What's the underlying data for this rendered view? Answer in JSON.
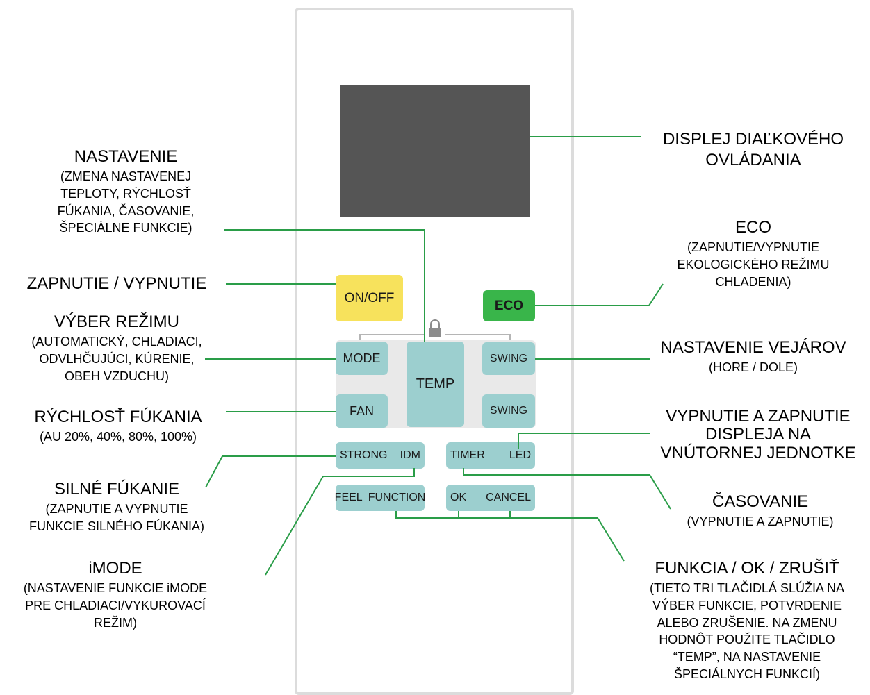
{
  "colors": {
    "leader_line": "#2a9d48",
    "on_off_button": "#f7e25c",
    "eco_button": "#39b54a",
    "remote_button": "#9ccfcf",
    "remote_border": "#dcdcdc",
    "screen": "#555555"
  },
  "icons": [
    "lock-icon"
  ],
  "remote": {
    "on_off": "ON/OFF",
    "eco": "ECO",
    "mode": "MODE",
    "temp": "TEMP",
    "swing_top": "SWING",
    "fan": "FAN",
    "swing_bottom": "SWING",
    "strong": "STRONG",
    "idm": "IDM",
    "timer": "TIMER",
    "led": "LED",
    "feel": "FEEL",
    "function": "FUNCTION",
    "ok": "OK",
    "cancel": "CANCEL"
  },
  "labels": {
    "nastavenie": {
      "title": "NASTAVENIE",
      "sub": [
        "(ZMENA NASTAVENEJ",
        "TEPLOTY, RÝCHLOSŤ",
        "FÚKANIA, ČASOVANIE,",
        "ŠPECIÁLNE FUNKCIE)"
      ]
    },
    "zapnutie": {
      "title": "ZAPNUTIE / VYPNUTIE"
    },
    "vyber_rezimu": {
      "title": "VÝBER REŽIMU",
      "sub": [
        "(AUTOMATICKÝ, CHLADIACI,",
        "ODVLHČUJÚCI, KÚRENIE,",
        "OBEH VZDUCHU)"
      ]
    },
    "rychlost": {
      "title": "RÝCHLOSŤ FÚKANIA",
      "sub": [
        "(AU 20%, 40%, 80%, 100%)"
      ]
    },
    "silne": {
      "title": "SILNÉ FÚKANIE",
      "sub": [
        "(ZAPNUTIE A VYPNUTIE",
        "FUNKCIE SILNÉHO FÚKANIA)"
      ]
    },
    "imode": {
      "title": "iMODE",
      "sub": [
        "(NASTAVENIE FUNKCIE iMODE",
        "PRE CHLADIACI/VYKUROVACÍ",
        "REŽIM)"
      ]
    },
    "displej": {
      "title": [
        "DISPLEJ DIAĽKOVÉHO",
        "OVLÁDANIA"
      ]
    },
    "eco": {
      "title": "ECO",
      "sub": [
        "(ZAPNUTIE/VYPNUTIE",
        "EKOLOGICKÉHO REŽIMU",
        "CHLADENIA)"
      ]
    },
    "vejarov": {
      "title": "NASTAVENIE VEJÁROV",
      "sub": [
        "(HORE / DOLE)"
      ]
    },
    "led": {
      "title": [
        "VYPNUTIE A ZAPNUTIE",
        "DISPLEJA NA",
        "VNÚTORNEJ JEDNOTKE"
      ]
    },
    "casovanie": {
      "title": "ČASOVANIE",
      "sub": [
        "(VYPNUTIE A ZAPNUTIE)"
      ]
    },
    "funkcia": {
      "title": "FUNKCIA / OK / ZRUŠIŤ",
      "sub": [
        "(TIETO TRI TLAČIDLÁ SLÚŽIA NA",
        "VÝBER FUNKCIE, POTVRDENIE",
        "ALEBO ZRUŠENIE. NA ZMENU",
        "HODNÔT POUŽITE TLAČIDLO",
        "“TEMP”, NA NASTAVENIE",
        "ŠPECIÁLNYCH FUNKCIÍ)"
      ]
    }
  }
}
